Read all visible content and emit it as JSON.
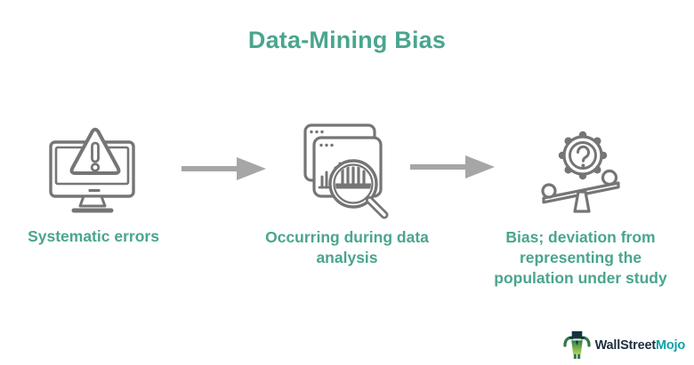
{
  "title": "Data-Mining Bias",
  "colors": {
    "accent_teal": "#4AA58E",
    "icon_gray": "#757575",
    "arrow_gray": "#A6A6A6",
    "logo_dark": "#1D2F3F",
    "logo_teal": "#0FA0A8"
  },
  "steps": [
    {
      "icon": "monitor-warning-icon",
      "label": "Systematic errors"
    },
    {
      "icon": "data-analysis-icon",
      "label": "Occurring during data analysis"
    },
    {
      "icon": "bias-balance-icon",
      "label": "Bias; deviation from representing the population under study"
    }
  ],
  "arrows": {
    "count": 2,
    "direction": "right"
  },
  "logo": {
    "name_primary": "WallStreet",
    "name_secondary": "Mojo"
  }
}
